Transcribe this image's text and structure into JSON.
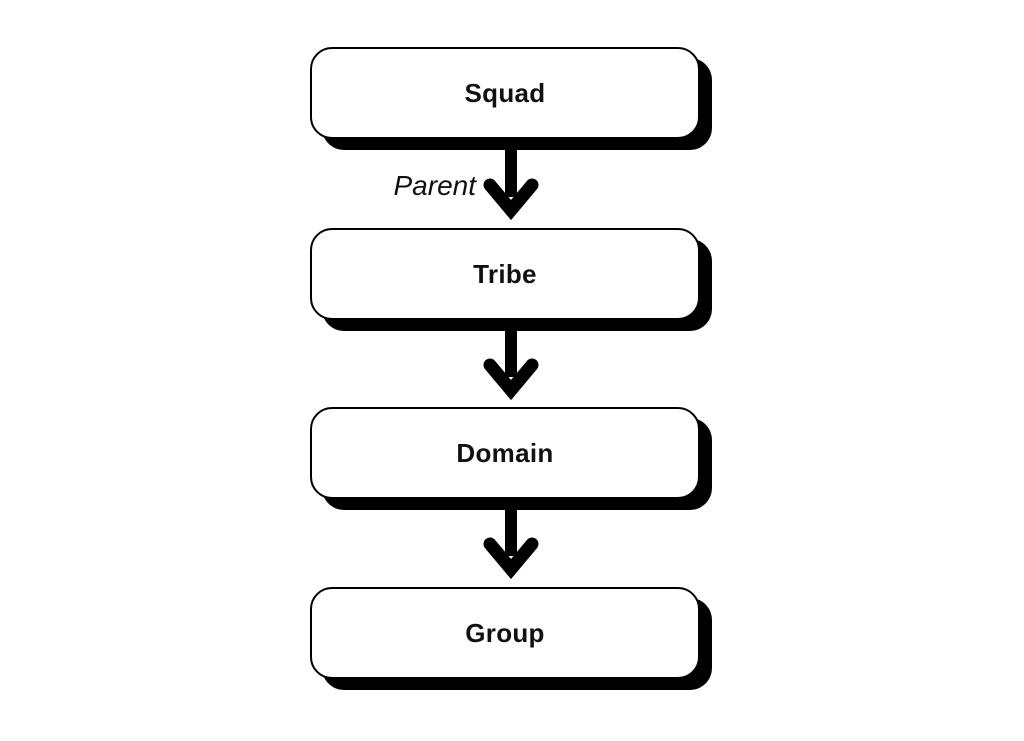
{
  "diagram": {
    "background_color": "#ffffff",
    "node_fill_color": "#ffffff",
    "line_color": "#000000",
    "nodes": [
      {
        "label": "Squad"
      },
      {
        "label": "Tribe"
      },
      {
        "label": "Domain"
      },
      {
        "label": "Group"
      }
    ],
    "edges": [
      {
        "from": "Squad",
        "to": "Tribe",
        "label": "Parent",
        "icon": "arrow-down-icon"
      },
      {
        "from": "Tribe",
        "to": "Domain",
        "label": "",
        "icon": "arrow-down-icon"
      },
      {
        "from": "Domain",
        "to": "Group",
        "label": "",
        "icon": "arrow-down-icon"
      }
    ]
  }
}
